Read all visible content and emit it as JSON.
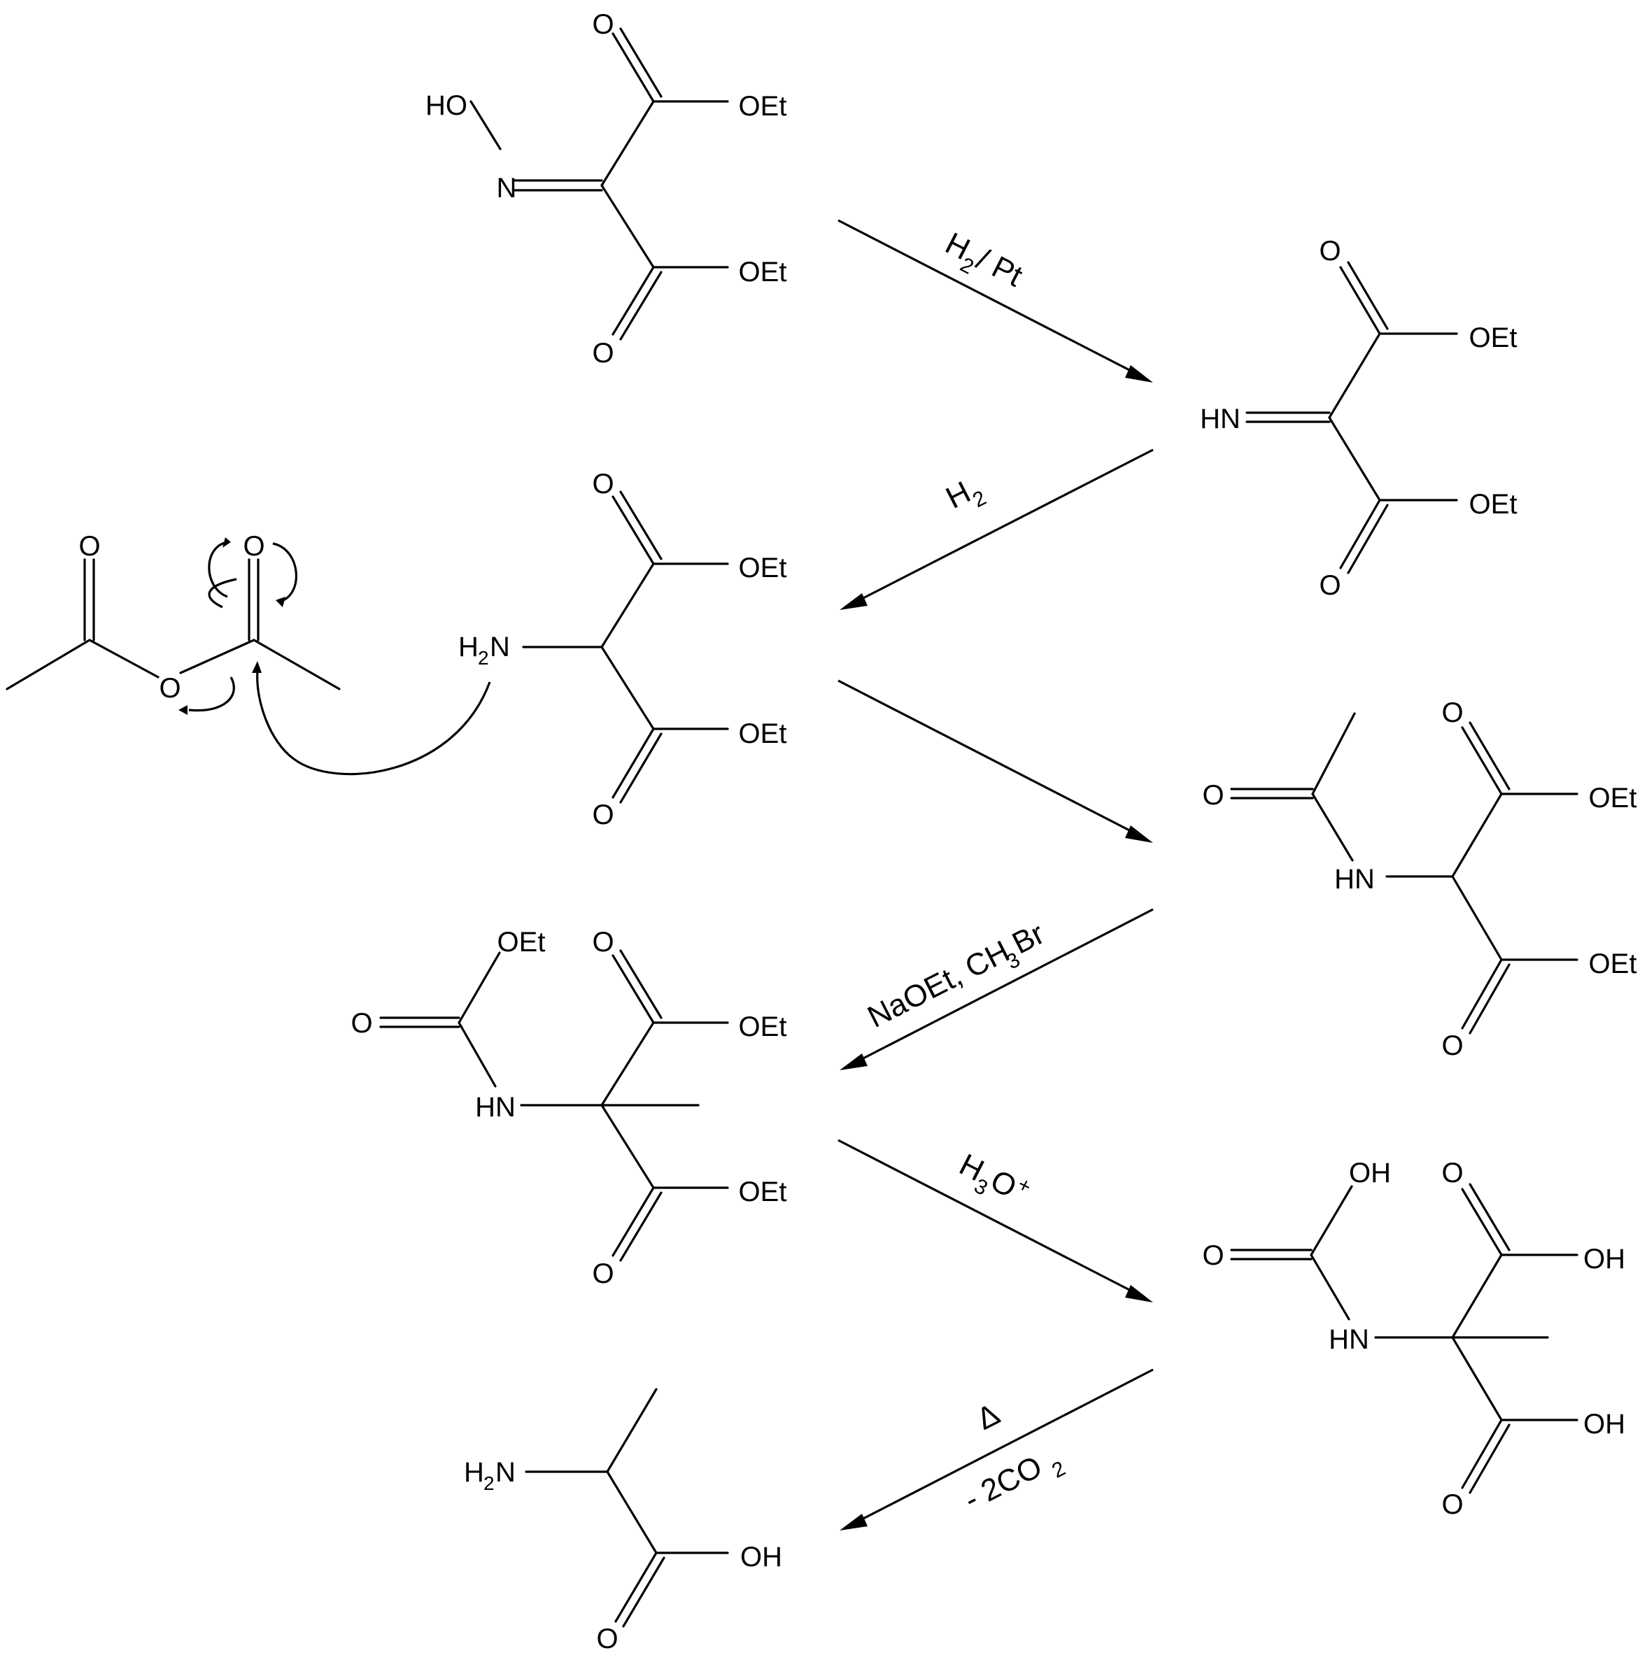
{
  "scheme": {
    "molecules": [
      {
        "id": "m1",
        "labels": {
          "ho": "HO",
          "n": "N",
          "o1": "O",
          "o2": "O",
          "oet1": "OEt",
          "oet2": "OEt"
        }
      },
      {
        "id": "m2",
        "labels": {
          "hn": "HN",
          "o1": "O",
          "o2": "O",
          "oet1": "OEt",
          "oet2": "OEt"
        }
      },
      {
        "id": "m3",
        "labels": {
          "h": "H",
          "two": "2",
          "n": "N",
          "o1": "O",
          "o2": "O",
          "oet1": "OEt",
          "oet2": "OEt"
        }
      },
      {
        "id": "anhydride",
        "labels": {
          "o1": "O",
          "o2": "O",
          "o3": "O"
        }
      },
      {
        "id": "m4",
        "labels": {
          "o_ac": "O",
          "hn": "HN",
          "o1": "O",
          "o2": "O",
          "oet1": "OEt",
          "oet2": "OEt"
        }
      },
      {
        "id": "m5",
        "labels": {
          "oet_c": "OEt",
          "o_c": "O",
          "hn": "HN",
          "o1": "O",
          "o2": "O",
          "oet1": "OEt",
          "oet2": "OEt"
        }
      },
      {
        "id": "m6",
        "labels": {
          "oh_c": "OH",
          "o_c": "O",
          "hn": "HN",
          "o1": "O",
          "o2": "O",
          "oh1": "OH",
          "oh2": "OH"
        }
      },
      {
        "id": "m7",
        "labels": {
          "h": "H",
          "two": "2",
          "n": "N",
          "oh": "OH",
          "o": "O"
        }
      }
    ],
    "conditions": {
      "step1": {
        "a": "H",
        "sub": "2",
        "b": " / Pt"
      },
      "step2": {
        "a": "H",
        "sub": "2"
      },
      "step4": {
        "a": "NaOEt, CH",
        "sub": "3",
        "b": "Br"
      },
      "step5": {
        "a": "H",
        "sub": "3",
        "b": "O",
        "sup": "+"
      },
      "step6": {
        "top": "Δ",
        "bot_a": "- 2CO",
        "bot_sub": "2"
      }
    }
  }
}
